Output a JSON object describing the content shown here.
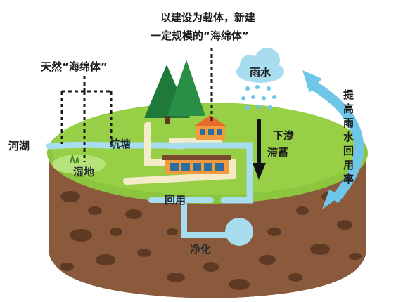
{
  "labels": {
    "top_line1": "以建设为载体，新建",
    "top_line2": "一定规模的“海绵体”",
    "natural": "天然“海绵体”",
    "rain": "雨水",
    "improve": "提高雨水回用率",
    "river_lake": "河湖",
    "pond": "坑塘",
    "wetland": "湿地",
    "infiltrate": "下渗",
    "store": "滞蓄",
    "reuse": "回用",
    "purify": "净化"
  },
  "colors": {
    "grass": "#8cc63f",
    "soil": "#8b5a3c",
    "water": "#a8dcef",
    "arrow": "#6ec6e8",
    "tree": "#1f7a3a"
  }
}
